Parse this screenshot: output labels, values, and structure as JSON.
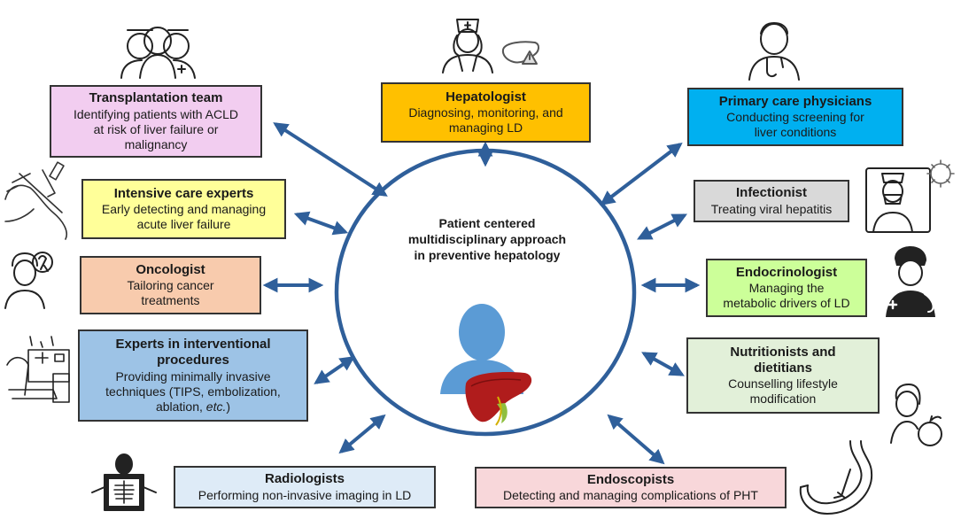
{
  "center": {
    "lines": [
      "Patient centered",
      "multidisciplinary approach",
      "in preventive hepatology"
    ]
  },
  "colors": {
    "arrow": "#2f5f9a",
    "circle": "#2f5f9a",
    "person": "#5b9bd5",
    "liver": "#b01c1c"
  },
  "boxes": {
    "transplant": {
      "title": "Transplantation team",
      "lines": [
        "Identifying patients with ACLD",
        "at risk of liver failure or",
        "malignancy"
      ],
      "color": "#f2cdf0"
    },
    "hepatologist": {
      "title": "Hepatologist",
      "lines": [
        "Diagnosing, monitoring, and",
        "managing LD"
      ],
      "color": "#ffc000"
    },
    "primary": {
      "title": "Primary care physicians",
      "lines": [
        "Conducting screening for",
        "liver conditions"
      ],
      "color": "#00b0f0"
    },
    "intensive": {
      "title": "Intensive care experts",
      "lines": [
        "Early detecting and managing",
        "acute liver failure"
      ],
      "color": "#ffff99"
    },
    "infection": {
      "title": "Infectionist",
      "lines": [
        "Treating viral hepatitis"
      ],
      "color": "#d9d9d9"
    },
    "oncologist": {
      "title": "Oncologist",
      "lines": [
        "Tailoring cancer",
        "treatments"
      ],
      "color": "#f8cbad"
    },
    "endocrin": {
      "title": "Endocrinologist",
      "lines": [
        "Managing the",
        "metabolic drivers of LD"
      ],
      "color": "#ccff99"
    },
    "interv": {
      "title_lines": [
        "Experts in interventional",
        "procedures"
      ],
      "lines": [
        "Providing minimally invasive",
        "techniques (TIPS, embolization,"
      ],
      "last_line": "ablation, ",
      "last_italic": "etc.",
      "last_close": ")",
      "color": "#9dc3e6"
    },
    "nutrition": {
      "title_lines": [
        "Nutritionists and",
        "dietitians"
      ],
      "lines": [
        "Counselling lifestyle",
        "modification"
      ],
      "color": "#e2f0d9"
    },
    "radiology": {
      "title": "Radiologists",
      "lines": [
        "Performing non-invasive imaging in LD"
      ],
      "color": "#deebf7"
    },
    "endoscopy": {
      "title": "Endoscopists",
      "lines": [
        "Detecting and managing complications of PHT"
      ],
      "color": "#f8d7da"
    }
  },
  "icons": [
    "medical-team-icon",
    "nurse-icon",
    "liver-warning-icon",
    "doctor-icon",
    "intubation-icon",
    "masked-doctor-icon",
    "virus-icon",
    "oncology-ribbon-icon",
    "physician-icon",
    "interventional-equipment-icon",
    "nutrition-icon",
    "xray-icon",
    "stomach-icon"
  ]
}
